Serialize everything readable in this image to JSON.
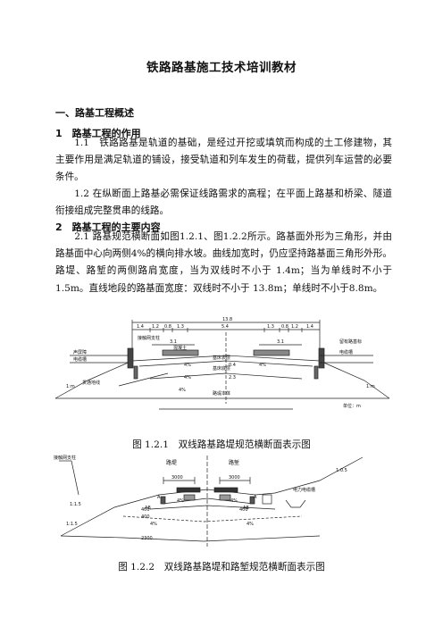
{
  "doc": {
    "title": "铁路路基施工技术培训教材",
    "section1": "一、路基工程概述",
    "sub1": "1　路基工程的作用",
    "p1_1": "1.1　铁路路基是轨道的基础，是经过开挖或填筑而构成的土工修建物，其主要作用是满足轨道的铺设，接受轨道和列车发生的荷载，提供列车运营的必要条件。",
    "p1_2": "1.2 在纵断面上路基必需保证线路需求的高程；在平面上路基和桥梁、隧道衔接组成完整贯串的线路。",
    "sub2": "2　路基工程的主要内容",
    "p2_1": "2.1 路基规范横断面如图1.2.1、图1.2.2所示。路基面外形为三角形，并由路基面中心向两侧4%的横向排水坡。曲线加宽时，仍应坚持路基面三角形外形。路堤、路堑的两侧路肩宽度，当为双线时不小于 1.4m；当为单线时不小于 1.5m。直线地段的路基面宽度：双线时不小于 13.8m；单线时不小于8.8m。"
  },
  "fig1": {
    "caption": "图 1.2.1　双线路基路堤规范横断面表示图",
    "labels": {
      "total_width": "13.8",
      "d1": "1.4",
      "d2": "1.2",
      "d3": "0.8",
      "d4": "1.3",
      "center": "5.4",
      "d5": "1.3",
      "d6": "0.8",
      "d7": "1.2",
      "d8": "1.4",
      "half_left": "3.1",
      "half_right": "3.1",
      "catenary": "接触网支柱",
      "sound_barrier": "声屏障",
      "cable_trough_left": "电缆槽",
      "cable_trough_right": "电缆槽",
      "drainage": "贯通地线",
      "concrete": "混凝土",
      "bed_surface": "基床表层",
      "bed_bottom": "基床底层",
      "body": "路堤本体",
      "slope_left": "1:m",
      "slope_right": "1:m",
      "pct1": "4%",
      "pct2": "4%",
      "pct3": "4%",
      "pct4": "4%",
      "thick1": "0.4",
      "thick2": "2.3",
      "unit": "单位：m",
      "right_note": "留有路基标"
    }
  },
  "fig2": {
    "caption": "图 1.2.2　双线路基路堤和路堑规范横断面表示图",
    "labels": {
      "catenary": "接触网支柱",
      "embankment": "路堤",
      "cutting": "路堑",
      "w_left": "3000",
      "w_right": "3000",
      "cable_trough": "电力电缆槽",
      "slope_left": "1:1.5",
      "slope_right": "1:0.5",
      "slope_bottom": "1:1.5",
      "pct1": "4%",
      "pct2": "4%",
      "pct3": "4%",
      "pct4": "4%",
      "dim_a": "400",
      "dim_b": "400",
      "dim_c": "400",
      "dim_d": "2300",
      "dim_e": "AB",
      "dim_f": "AB",
      "dim_g": "A",
      "dim_h": "A"
    }
  }
}
